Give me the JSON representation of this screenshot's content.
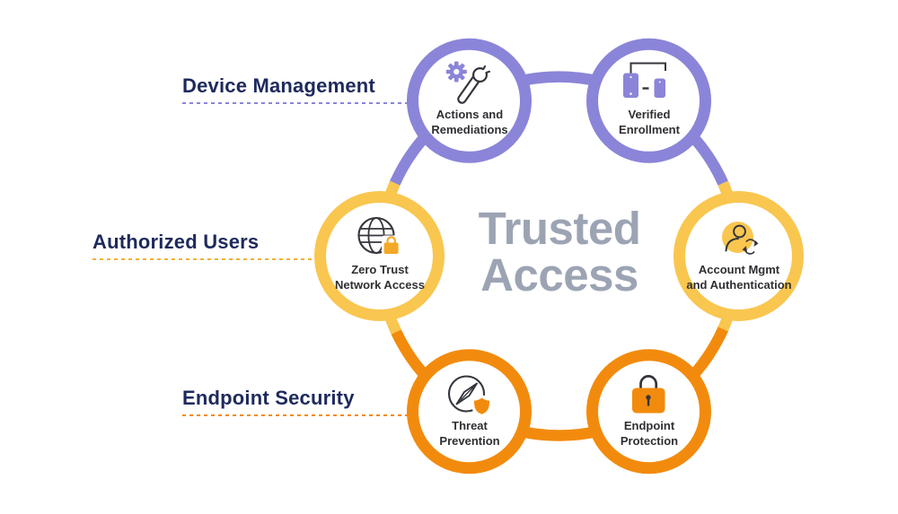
{
  "title": {
    "line1": "Trusted",
    "line2": "Access"
  },
  "sections": [
    {
      "label": "Device Management",
      "color": "#8A85D8"
    },
    {
      "label": "Authorized Users",
      "color": "#F2B233"
    },
    {
      "label": "Endpoint Security",
      "color": "#F28B0D"
    }
  ],
  "nodes": [
    {
      "line1": "Actions and",
      "line2": "Remediations",
      "icon": "gear-wrench-icon",
      "group": "Device Management"
    },
    {
      "line1": "Verified",
      "line2": "Enrollment",
      "icon": "devices-icon",
      "group": "Device Management"
    },
    {
      "line1": "Zero Trust",
      "line2": "Network Access",
      "icon": "globe-lock-icon",
      "group": "Authorized Users"
    },
    {
      "line1": "Account Mgmt",
      "line2": "and Authentication",
      "icon": "user-sync-icon",
      "group": "Authorized Users"
    },
    {
      "line1": "Threat",
      "line2": "Prevention",
      "icon": "compass-shield-icon",
      "group": "Endpoint Security"
    },
    {
      "line1": "Endpoint",
      "line2": "Protection",
      "icon": "padlock-icon",
      "group": "Endpoint Security"
    }
  ],
  "colors": {
    "purple": "#8A85D8",
    "yellow": "#F9C64F",
    "orange": "#F28B0D",
    "amber_lock": "#F4A827",
    "navy_label": "#1E2A5C",
    "title_gray": "#9CA4B4",
    "icon_stroke": "#35353D",
    "background": "#FFFFFF"
  }
}
